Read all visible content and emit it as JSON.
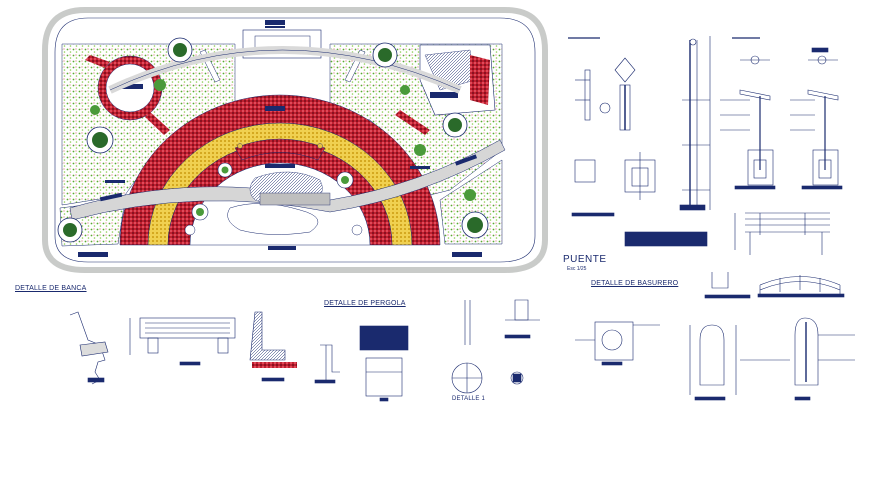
{
  "labels": {
    "detalle_banca": "DETALLE DE BANCA",
    "detalle_pergola": "DETALLE DE PERGOLA",
    "detalle_basurero": "DETALLE DE BASURERO",
    "puente": "PUENTE",
    "escala": "Esc 1/25",
    "detalle_1": "DETALLE 1"
  },
  "colors": {
    "line": "#1a2a6e",
    "paving_red": "#b01830",
    "paving_yellow": "#e8c040",
    "grass": "#6fbf3f",
    "tree": "#2a6a2a",
    "border": "#cfd2cf"
  }
}
